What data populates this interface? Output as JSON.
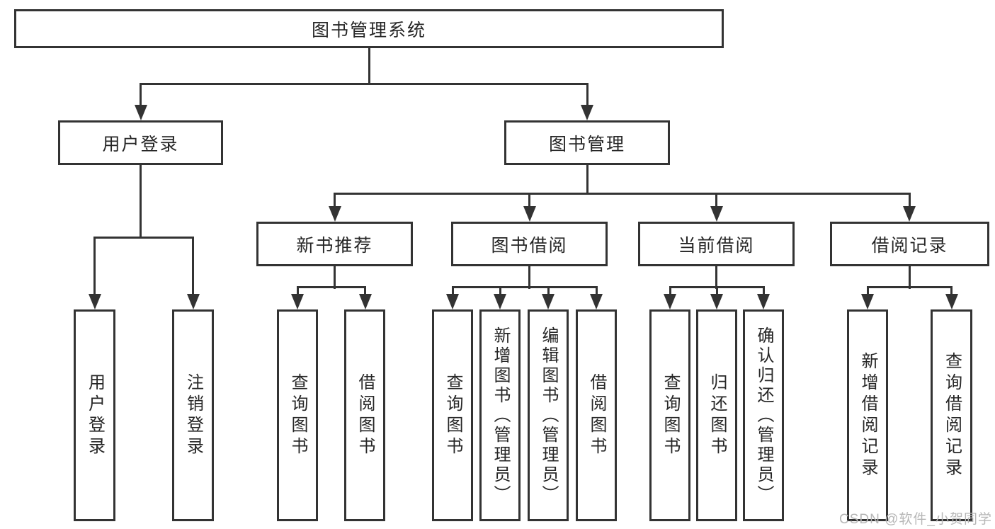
{
  "nodes": {
    "root": {
      "label": "图书管理系统"
    },
    "user_login": {
      "label": "用户登录"
    },
    "book_mgmt": {
      "label": "图书管理"
    },
    "new_book_rec": {
      "label": "新书推荐"
    },
    "book_borrow": {
      "label": "图书借阅"
    },
    "current_borrow": {
      "label": "当前借阅"
    },
    "borrow_records": {
      "label": "借阅记录"
    },
    "leaf_user_login": {
      "label": "用户登录"
    },
    "leaf_logout": {
      "label": "注销登录"
    },
    "leaf_query_books_1": {
      "label": "查询图书"
    },
    "leaf_borrow_books_1": {
      "label": "借阅图书"
    },
    "leaf_query_books_2": {
      "label": "查询图书"
    },
    "leaf_add_book_admin": {
      "label": "新增图书（管理员）"
    },
    "leaf_edit_book_admin": {
      "label": "编辑图书（管理员）"
    },
    "leaf_borrow_books_2": {
      "label": "借阅图书"
    },
    "leaf_query_books_3": {
      "label": "查询图书"
    },
    "leaf_return_books": {
      "label": "归还图书"
    },
    "leaf_confirm_return_admin": {
      "label": "确认归还（管理员）"
    },
    "leaf_add_borrow_record": {
      "label": "新增借阅记录"
    },
    "leaf_query_borrow_record": {
      "label": "查询借阅记录"
    }
  },
  "watermark": {
    "text": "CSDN @软件_小贺同学"
  },
  "colors": {
    "line": "#333333",
    "text": "#262626",
    "watermark": "#b7b7b7",
    "background": "#ffffff"
  }
}
